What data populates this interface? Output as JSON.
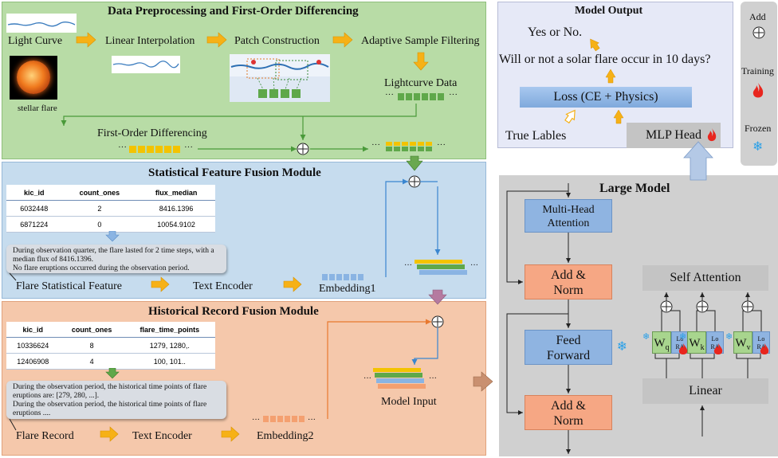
{
  "colors": {
    "preprocess_bg": "#b8dca6",
    "statistical_bg": "#c6dcee",
    "historical_bg": "#f5c8ab",
    "model_output_bg": "#e6e9f7",
    "large_model_bg": "#d0d0d0",
    "arrow_orange": "#f6b117",
    "mha_block": "#8fb4e1",
    "add_norm_block": "#f6a784",
    "green_token": "#5fa84a",
    "yellow_token": "#f3c300",
    "blue_token": "#8ab4e3",
    "orange_token": "#f4a070"
  },
  "preprocess": {
    "title": "Data Preprocessing and First-Order Differencing",
    "light_curve": "Light Curve",
    "linear_interpolation": "Linear Interpolation",
    "patch_construction": "Patch Construction",
    "adaptive_filtering": "Adaptive Sample Filtering",
    "stellar_flare": "stellar flare",
    "lightcurve_data": "Lightcurve Data",
    "first_order_diff": "First-Order Differencing",
    "ellipsis": "···"
  },
  "statistical": {
    "title": "Statistical Feature Fusion Module",
    "table": {
      "headers": [
        "kic_id",
        "count_ones",
        "flux_median"
      ],
      "rows": [
        [
          "6032448",
          "2",
          "8416.1396"
        ],
        [
          "6871224",
          "0",
          "10054.9102"
        ]
      ]
    },
    "note_lines": [
      "During observation quarter, the flare lasted for 2 time steps, with a",
      "median flux of 8416.1396.",
      "No flare eruptions occurred during the observation period."
    ],
    "feature_label": "Flare Statistical Feature",
    "text_encoder": "Text Encoder",
    "embedding": "Embedding1"
  },
  "historical": {
    "title": "Historical Record Fusion Module",
    "table": {
      "headers": [
        "kic_id",
        "count_ones",
        "flare_time_points"
      ],
      "rows": [
        [
          "10336624",
          "8",
          "1279, 1280,."
        ],
        [
          "12406908",
          "4",
          "100, 101.."
        ]
      ]
    },
    "note_lines": [
      "During the observation period, the historical time points of flare",
      "eruptions are: [279, 280, ...].",
      "During the observation period, the historical time points of flare",
      "eruptions ...."
    ],
    "record_label": "Flare Record",
    "text_encoder": "Text Encoder",
    "embedding": "Embedding2",
    "model_input": "Model Input"
  },
  "model_output": {
    "title": "Model Output",
    "answer": "Yes or No.",
    "question": "Will or not a solar flare occur in 10 days?",
    "loss": "Loss (CE + Physics)",
    "true_labels": "True Lables",
    "mlp_head": "MLP Head"
  },
  "legend": {
    "add": "Add",
    "training": "Training",
    "frozen": "Frozen"
  },
  "large_model": {
    "title": "Large Model",
    "mha": [
      "Multi-Head",
      "Attention"
    ],
    "add_norm": [
      "Add &",
      "Norm"
    ],
    "feed_forward": [
      "Feed",
      "Forward"
    ],
    "self_attention": "Self Attention",
    "linear": "Linear",
    "wq": "W",
    "wq_sub": "q",
    "wk": "W",
    "wk_sub": "k",
    "wv": "W",
    "wv_sub": "v",
    "lora": [
      "Lo",
      "RA"
    ]
  }
}
